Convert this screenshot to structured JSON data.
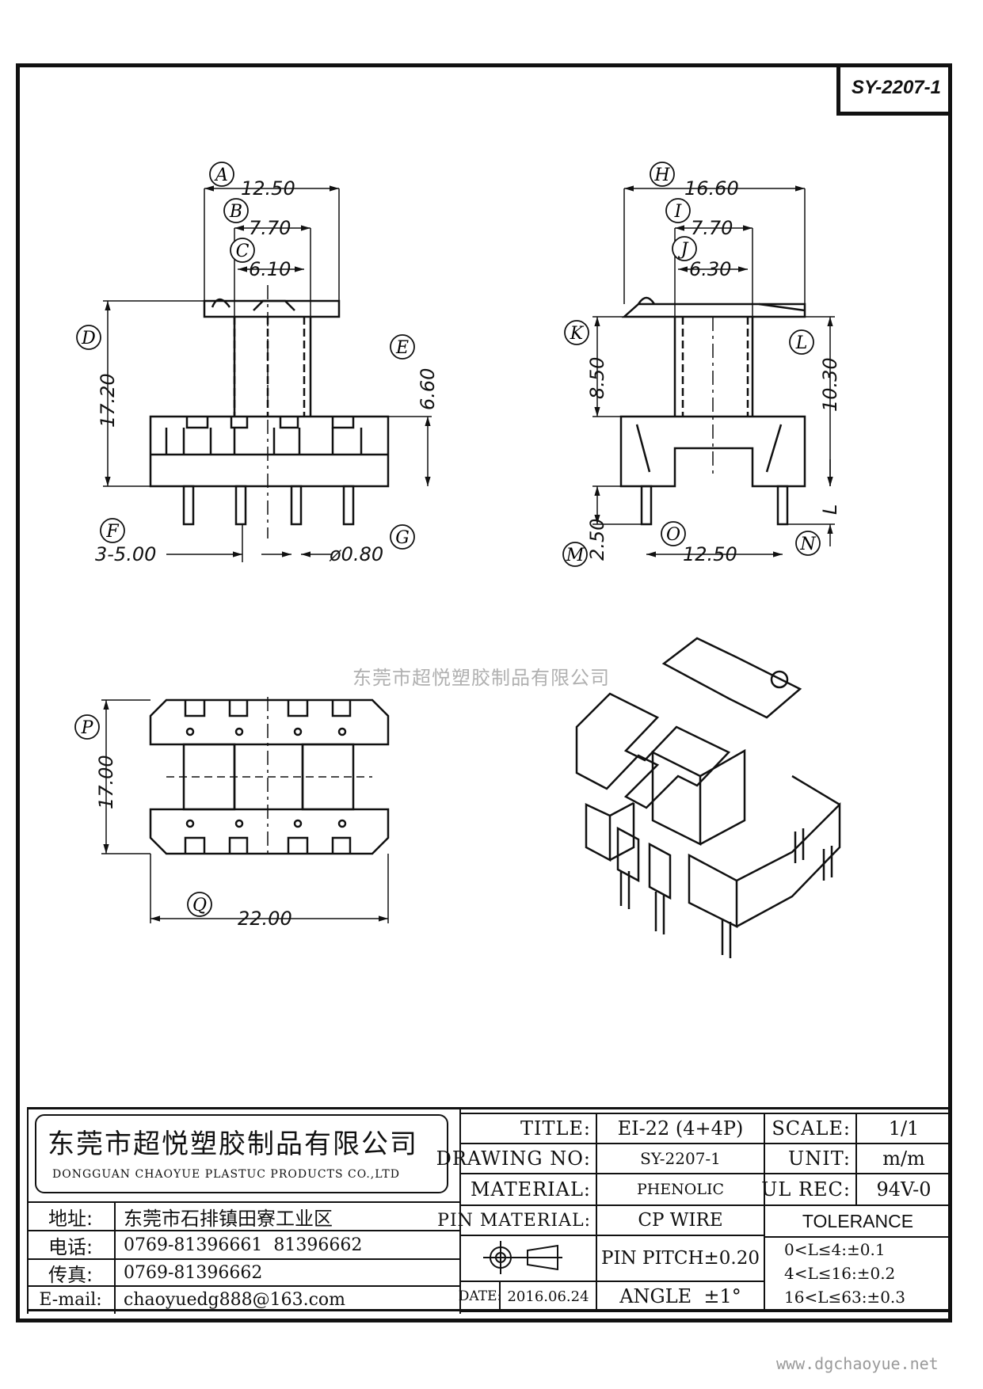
{
  "doc_id": "SY-2207-1",
  "watermark": "东莞市超悦塑胶制品有限公司",
  "website": "www.dgchaoyue.net",
  "front_view": {
    "A": "12.50",
    "B": "7.70",
    "C": "6.10",
    "D": "17.20",
    "E": "6.60",
    "F": "3-5.00",
    "G": "ø0.80"
  },
  "side_view": {
    "H": "16.60",
    "I": "7.70",
    "J": "6.30",
    "K": "8.50",
    "L": "10.30",
    "L_label": "L",
    "M": "2.50",
    "N_label": "N",
    "O": "12.50"
  },
  "bottom_view": {
    "P": "17.00",
    "Q": "22.00"
  },
  "balloons": [
    "A",
    "B",
    "C",
    "D",
    "E",
    "F",
    "G",
    "H",
    "I",
    "J",
    "K",
    "L",
    "M",
    "N",
    "O",
    "P",
    "Q"
  ],
  "company": {
    "name_zh": "东莞市超悦塑胶制品有限公司",
    "name_en": "DONGGUAN CHAOYUE PLASTUC PRODUCTS CO.,LTD",
    "address_label": "地址:",
    "address": "东莞市石排镇田寮工业区",
    "phone_label": "电话:",
    "phone": "0769-81396661  81396662",
    "fax_label": "传真:",
    "fax": "0769-81396662",
    "email_label": "E-mail:",
    "email": "chaoyuedg888@163.com"
  },
  "title_block": {
    "title_label": "TITLE:",
    "title": "EI-22 (4+4P)",
    "drawing_no_label": "DRAWING NO:",
    "drawing_no": "SY-2207-1",
    "material_label": "MATERIAL:",
    "material": "PHENOLIC",
    "pin_material_label": "PIN MATERIAL:",
    "pin_material": "CP WIRE",
    "pin_pitch": "PIN PITCH±0.20",
    "date_label": "DATE:",
    "date": "2016.06.24",
    "angle": "ANGLE  ±1°",
    "scale_label": "SCALE:",
    "scale": "1/1",
    "unit_label": "UNIT:",
    "unit": "m/m",
    "ul_rec_label": "UL REC:",
    "ul_rec": "94V-0",
    "tolerance_label": "TOLERANCE",
    "tolerance": [
      "0<L≤4:±0.1",
      "4<L≤16:±0.2",
      "16<L≤63:±0.3"
    ]
  }
}
